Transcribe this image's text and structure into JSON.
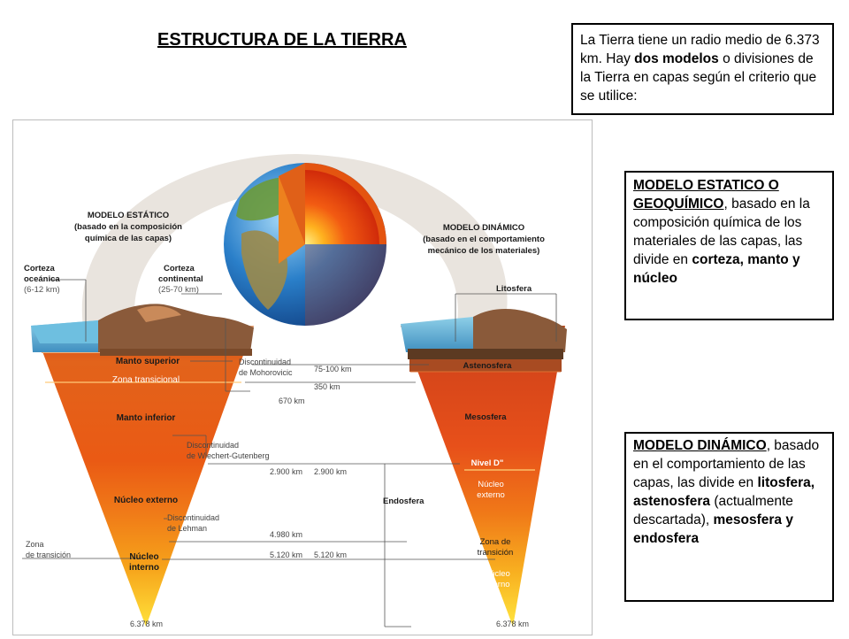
{
  "title": "ESTRUCTURA DE LA TIERRA",
  "intro": {
    "text_a": "La Tierra tiene un radio medio de 6.373 km. Hay ",
    "bold": "dos modelos",
    "text_b": " o divisiones de la Tierra en capas según el criterio que se utilice:"
  },
  "static_box": {
    "heading": "MODELO ESTATICO O GEOQUÍMICO",
    "text_a": ", basado en la composición química de los materiales de las capas, las divide en ",
    "bold": "corteza, manto y núcleo"
  },
  "dynamic_box": {
    "heading": "MODELO DINÁMICO",
    "text_a": ", basado en el comportamiento de las capas, las divide en ",
    "bold_a": "litosfera, astenosfera",
    "text_b": " (actualmente descartada), ",
    "bold_b": "mesosfera y endosfera"
  },
  "diagram": {
    "static_title": "MODELO ESTÁTICO",
    "static_sub1": "(basado en la composición",
    "static_sub2": "química de las capas)",
    "dynamic_title": "MODELO DINÁMICO",
    "dynamic_sub1": "(basado en el comportamiento",
    "dynamic_sub2": "mecánico de los materiales)",
    "corteza_oceanica": "Corteza",
    "corteza_oceanica_2": "oceánica",
    "corteza_oceanica_km": "(6-12 km)",
    "corteza_continental": "Corteza",
    "corteza_continental_2": "continental",
    "corteza_continental_km": "(25-70 km)",
    "litosfera": "Litosfera",
    "manto_superior": "Manto superior",
    "zona_transicional": "Zona transicional",
    "manto_inferior": "Manto inferior",
    "nucleo_externo": "Núcleo externo",
    "nucleo_interno_1": "Núcleo",
    "nucleo_interno_2": "interno",
    "zona_transicion_1": "Zona",
    "zona_transicion_2": "de transición",
    "astenosfera": "Astenosfera",
    "mesosfera": "Mesosfera",
    "nivel_d": "Nivel D\"",
    "d_nucleo_ext_1": "Núcleo",
    "d_nucleo_ext_2": "externo",
    "d_zona_1": "Zona de",
    "d_zona_2": "transición",
    "d_nucleo_int_1": "Núcleo",
    "d_nucleo_int_2": "interno",
    "endosfera": "Endosfera",
    "mohorovicic_1": "Discontinuidad",
    "mohorovicic_2": "de Mohorovicic",
    "wiechert_1": "Discontinuidad",
    "wiechert_2": "de Wiechert-Gutenberg",
    "lehman_1": "Discontinuidad",
    "lehman_2": "de Lehman",
    "km_75_100": "75-100 km",
    "km_350": "350 km",
    "km_670": "670 km",
    "km_2900_left": "2.900 km",
    "km_2900_right": "2.900 km",
    "km_4980": "4.980 km",
    "km_5120_left": "5.120 km",
    "km_5120_right": "5.120 km",
    "km_6378_left": "6.378 km",
    "km_6378_right": "6.378 km"
  }
}
